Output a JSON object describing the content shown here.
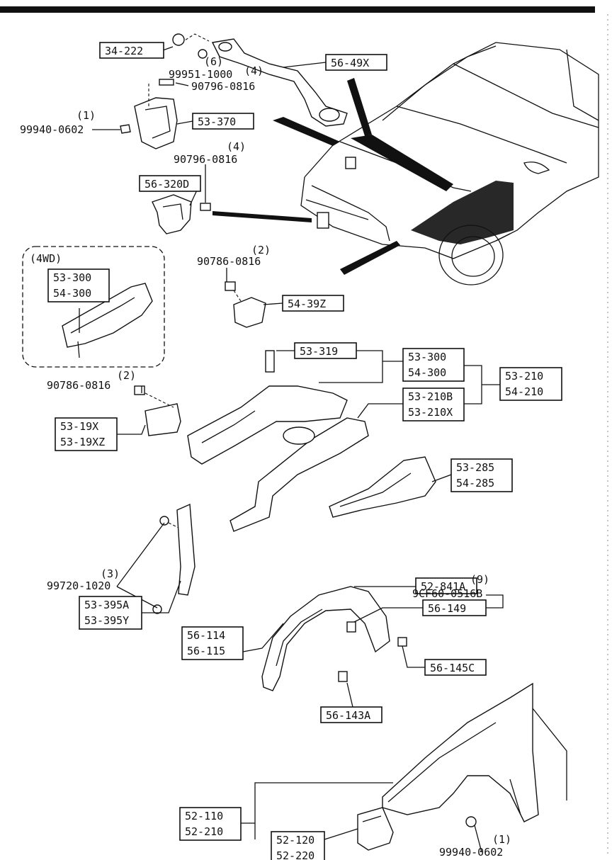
{
  "labels": {
    "p34_222": "34-222",
    "p56_49X": "56-49X",
    "p99951": "99951-1000",
    "q6": "(6)",
    "q4a": "(4)",
    "p90796a": "90796-0816",
    "q1a": "(1)",
    "p99940a": "99940-0602",
    "p53_370": "53-370",
    "q4b": "(4)",
    "p90796b": "90796-0816",
    "p56_320D": "56-320D",
    "fwd": "(4WD)",
    "p53_300a": "53-300",
    "p54_300a": "54-300",
    "q2a": "(2)",
    "p90786a": "90786-0816",
    "p54_39Z": "54-39Z",
    "p53_319": "53-319",
    "p53_300b": "53-300",
    "p54_300b": "54-300",
    "p53_210": "53-210",
    "p54_210": "54-210",
    "p53_210B": "53-210B",
    "p53_210X": "53-210X",
    "q2b": "(2)",
    "p90786b": "90786-0816",
    "p53_19X": "53-19X",
    "p53_19XZ": "53-19XZ",
    "p53_285": "53-285",
    "p54_285": "54-285",
    "q3": "(3)",
    "p99720": "99720-1020",
    "p53_395A": "53-395A",
    "p53_395Y": "53-395Y",
    "p52_841A": "52-841A",
    "q9": "(9)",
    "p9CF60": "9CF60-0516B",
    "p56_149": "56-149",
    "p56_114": "56-114",
    "p56_115": "56-115",
    "p56_145C": "56-145C",
    "p56_143A": "56-143A",
    "p52_110": "52-110",
    "p52_210": "52-210",
    "p52_120": "52-120",
    "p52_220": "52-220",
    "q1b": "(1)",
    "p99940b": "99940-0602"
  }
}
